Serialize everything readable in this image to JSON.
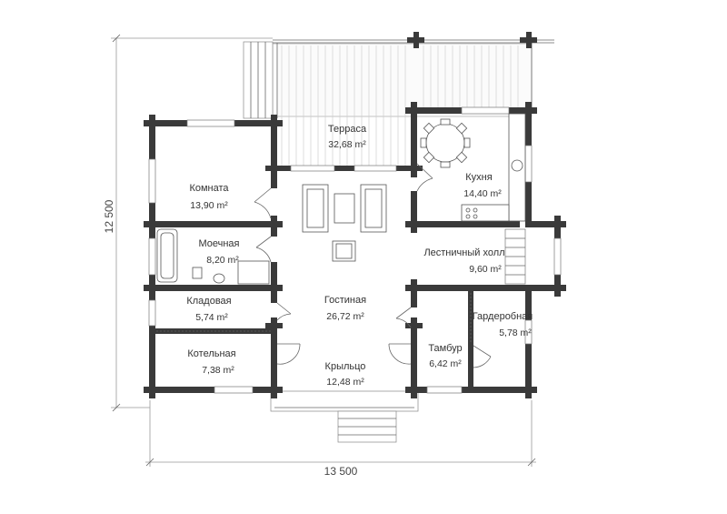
{
  "dimensions": {
    "width": "13 500",
    "height": "12 500"
  },
  "rooms": [
    {
      "id": "terrace",
      "name": "Терраса",
      "area": "32,68 m²"
    },
    {
      "id": "room",
      "name": "Комната",
      "area": "13,90 m²"
    },
    {
      "id": "kitchen",
      "name": "Кухня",
      "area": "14,40 m²"
    },
    {
      "id": "washroom",
      "name": "Моечная",
      "area": "8,20 m²"
    },
    {
      "id": "stair-hall",
      "name": "Лестничный холл",
      "area": "9,60 m²"
    },
    {
      "id": "pantry",
      "name": "Кладовая",
      "area": "5,74 m²"
    },
    {
      "id": "living",
      "name": "Гостиная",
      "area": "26,72 m²"
    },
    {
      "id": "wardrobe",
      "name": "Гардеробная",
      "area": "5,78 m²"
    },
    {
      "id": "vestibule",
      "name": "Тамбур",
      "area": "6,42 m²"
    },
    {
      "id": "boiler",
      "name": "Котельная",
      "area": "7,38 m²"
    },
    {
      "id": "porch",
      "name": "Крыльцо",
      "area": "12,48 m²"
    }
  ]
}
